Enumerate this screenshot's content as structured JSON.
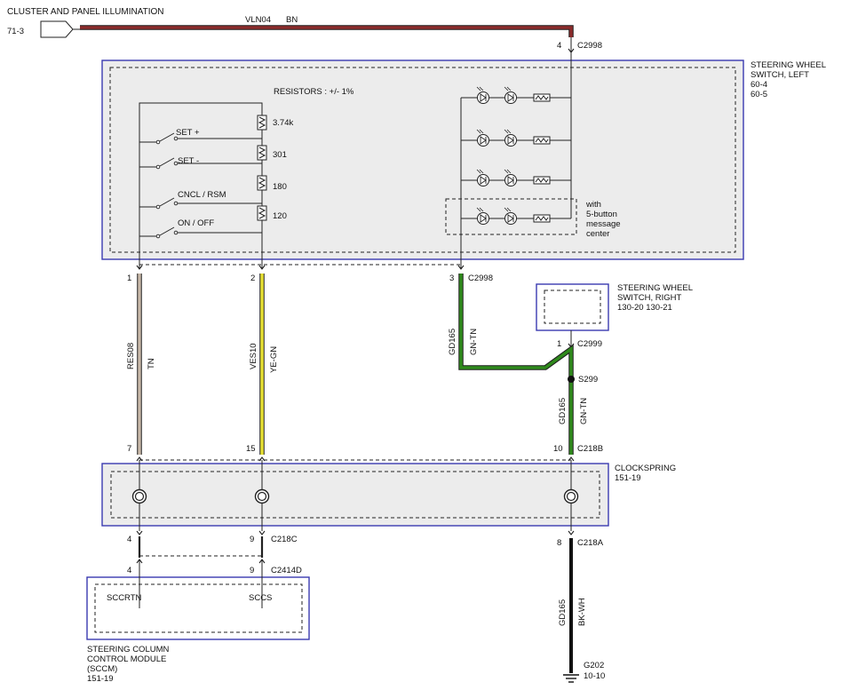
{
  "top_feed": {
    "title": "CLUSTER AND PANEL ILLUMINATION",
    "ref": "71-3",
    "circuit": "VLN04",
    "color_code": "BN",
    "pin": "4",
    "connector": "C2998"
  },
  "sw_left": {
    "title_line1": "STEERING WHEEL",
    "title_line2": "SWITCH, LEFT",
    "ref1": "60-4",
    "ref2": "60-5",
    "resistors_title": "RESISTORS : +/- 1%",
    "resistors": [
      "3.74k",
      "301",
      "180",
      "120"
    ],
    "switches": [
      "SET +",
      "SET -",
      "CNCL / RSM",
      "ON / OFF"
    ],
    "note_line1": "with",
    "note_line2": "5-button",
    "note_line3": "message",
    "note_line4": "center"
  },
  "wires": {
    "w1": {
      "pin_top": "1",
      "circuit": "RES08",
      "color_code": "TN",
      "pin_bottom": "7"
    },
    "w2": {
      "pin_top": "2",
      "circuit": "VES10",
      "color_code": "YE-GN",
      "pin_bottom": "15"
    },
    "w3": {
      "pin_top": "3",
      "connector": "C2998",
      "circuit": "GD165",
      "color_code": "GN-TN"
    },
    "w4": {
      "circuit": "GD165",
      "color_code": "GN-TN",
      "pin_bottom": "10",
      "connector_bottom": "C218B"
    }
  },
  "sw_right": {
    "title_line1": "STEERING WHEEL",
    "title_line2": "SWITCH, RIGHT",
    "refs": "130-20  130-21",
    "pin": "1",
    "connector": "C2999"
  },
  "splice": "S299",
  "clockspring": {
    "title": "CLOCKSPRING",
    "ref": "151-19"
  },
  "lower": {
    "pin_a": "4",
    "pin_b": "9",
    "connector_c218c": "C218C",
    "pin_c": "4",
    "pin_d": "9",
    "connector_c2414d": "C2414D",
    "pin_e": "8",
    "connector_c218a": "C218A",
    "ground_circuit": "GD165",
    "ground_color": "BK-WH",
    "ground": "G202",
    "ground_ref": "10-10"
  },
  "sccm": {
    "pin_rtn": "SCCRTN",
    "pin_scs": "SCCS",
    "title_line1": "STEERING COLUMN",
    "title_line2": "CONTROL MODULE",
    "title_line3": "(SCCM)",
    "ref": "151-19"
  },
  "colors": {
    "brown_wire": "#8b2b2b",
    "tan_wire": "#c8b8a8",
    "yellow_wire": "#e6e033",
    "green_wire": "#2f8a1c",
    "box_border": "#3a3ab0"
  }
}
